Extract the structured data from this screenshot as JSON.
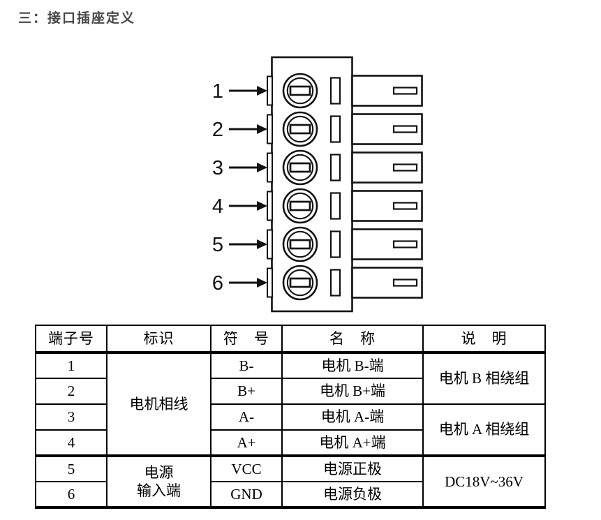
{
  "page": {
    "title": "三：接口插座定义"
  },
  "diagram": {
    "terminals": [
      {
        "label": "1"
      },
      {
        "label": "2"
      },
      {
        "label": "3"
      },
      {
        "label": "4"
      },
      {
        "label": "5"
      },
      {
        "label": "6"
      }
    ]
  },
  "table": {
    "headers": [
      "端子号",
      "标识",
      "符　号",
      "名　称",
      "说　明"
    ],
    "rows": [
      {
        "no": "1",
        "symbol": "B-",
        "name": "电机 B-端"
      },
      {
        "no": "2",
        "symbol": "B+",
        "name": "电机 B+端"
      },
      {
        "no": "3",
        "symbol": "A-",
        "name": "电机 A-端"
      },
      {
        "no": "4",
        "symbol": "A+",
        "name": "电机 A+端"
      },
      {
        "no": "5",
        "symbol": "VCC",
        "name": "电源正极"
      },
      {
        "no": "6",
        "symbol": "GND",
        "name": "电源负极"
      }
    ],
    "merged": {
      "motor_group_label": "电机相线",
      "power_group_label": "电源\n输入端",
      "desc_motor_b": "电机 B 相绕组",
      "desc_motor_a": "电机 A 相绕组",
      "desc_power": "DC18V~36V"
    }
  },
  "colors": {
    "line": "#121212",
    "title_text": "#464646"
  }
}
